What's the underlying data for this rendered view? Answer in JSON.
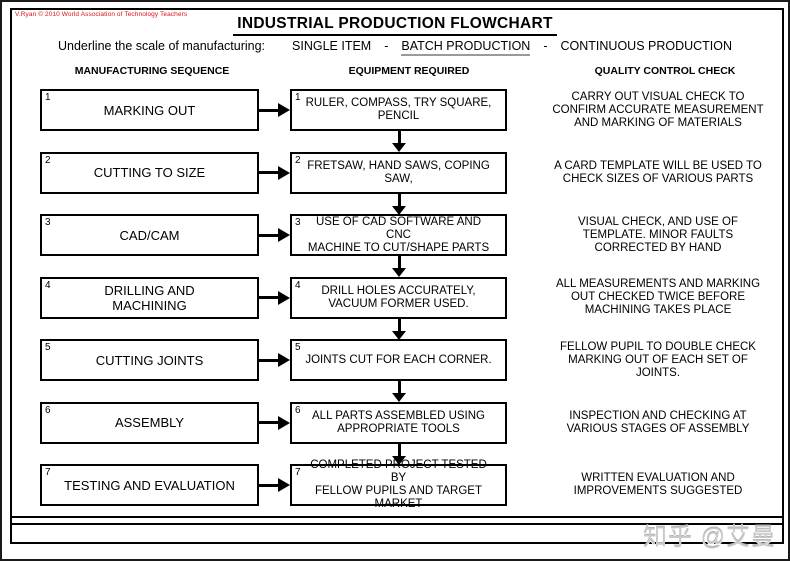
{
  "page": {
    "copyright": "V.Ryan © 2010 World Association of Technology Teachers",
    "title": "INDUSTRIAL PRODUCTION FLOWCHART",
    "watermark": "知乎 @艾曼"
  },
  "scale": {
    "prompt": "Underline the scale of manufacturing:",
    "separator": "-",
    "options": [
      {
        "label": "SINGLE ITEM",
        "underlined": false
      },
      {
        "label": "BATCH PRODUCTION",
        "underlined": true
      },
      {
        "label": "CONTINUOUS PRODUCTION",
        "underlined": false
      }
    ],
    "selected": "BATCH PRODUCTION"
  },
  "columns": {
    "sequence": "MANUFACTURING SEQUENCE",
    "equipment": "EQUIPMENT REQUIRED",
    "quality": "QUALITY CONTROL CHECK"
  },
  "rows": [
    {
      "num": "1",
      "sequence": "MARKING OUT",
      "equipment": "RULER, COMPASS, TRY SQUARE,\nPENCIL",
      "quality": "CARRY OUT VISUAL CHECK TO\nCONFIRM ACCURATE MEASUREMENT\nAND MARKING OF MATERIALS"
    },
    {
      "num": "2",
      "sequence": "CUTTING TO SIZE",
      "equipment": "FRETSAW, HAND SAWS, COPING\nSAW,",
      "quality": "A CARD TEMPLATE WILL BE USED TO\nCHECK SIZES OF VARIOUS PARTS"
    },
    {
      "num": "3",
      "sequence": "CAD/CAM",
      "equipment": "USE OF CAD SOFTWARE AND CNC\nMACHINE TO CUT/SHAPE PARTS",
      "quality": "VISUAL CHECK, AND USE OF\nTEMPLATE. MINOR FAULTS\nCORRECTED BY HAND"
    },
    {
      "num": "4",
      "sequence": "DRILLING AND\nMACHINING",
      "equipment": "DRILL HOLES ACCURATELY,\nVACUUM FORMER USED.",
      "quality": "ALL MEASUREMENTS AND MARKING\nOUT CHECKED TWICE BEFORE\nMACHINING TAKES PLACE"
    },
    {
      "num": "5",
      "sequence": "CUTTING JOINTS",
      "equipment": "JOINTS CUT FOR EACH CORNER.",
      "quality": "FELLOW PUPIL TO DOUBLE CHECK\nMARKING OUT OF EACH SET OF\nJOINTS."
    },
    {
      "num": "6",
      "sequence": "ASSEMBLY",
      "equipment": "ALL PARTS ASSEMBLED USING\nAPPROPRIATE TOOLS",
      "quality": "INSPECTION AND CHECKING AT\nVARIOUS STAGES OF ASSEMBLY"
    },
    {
      "num": "7",
      "sequence": "TESTING AND EVALUATION",
      "equipment": "COMPLETED PROJECT TESTED BY\nFELLOW PUPILS AND TARGET\nMARKET",
      "quality": "WRITTEN EVALUATION AND\nIMPROVEMENTS SUGGESTED"
    }
  ],
  "colors": {
    "ink": "#000000",
    "copyright_red": "#e01010",
    "underline_gray": "#9a9a9a",
    "watermark_gray": "#c8c8c8"
  }
}
